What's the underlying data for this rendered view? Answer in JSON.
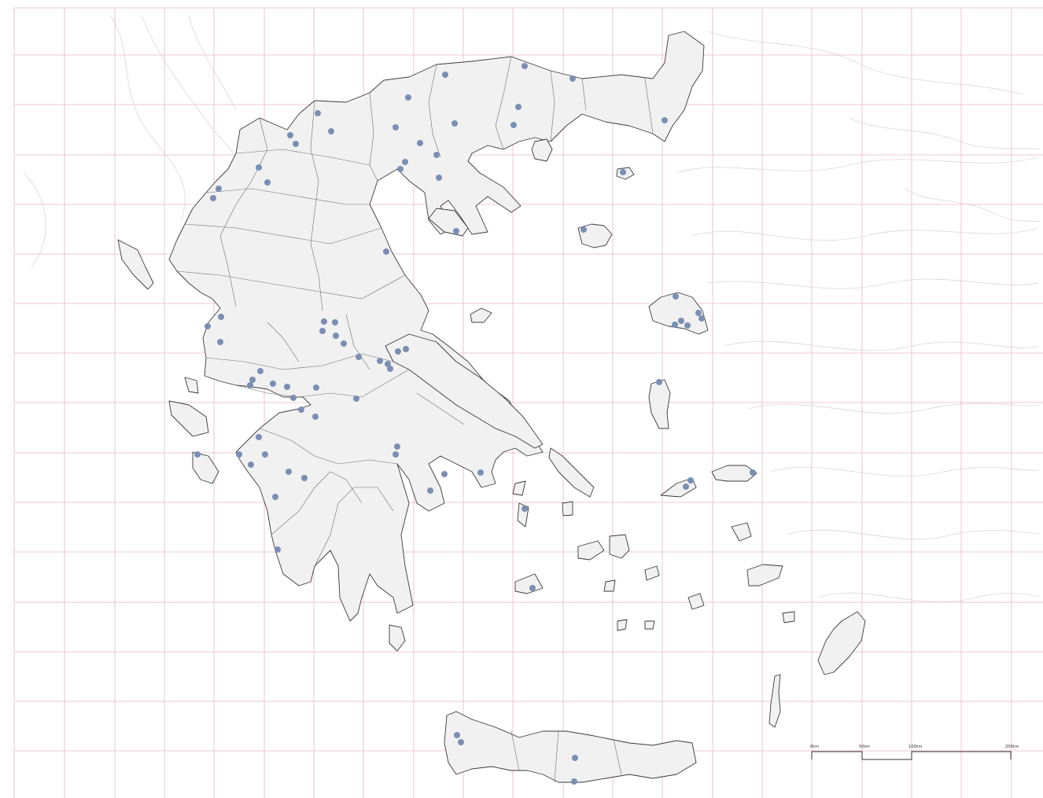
{
  "map": {
    "land_fill": "#f1f1f1",
    "border_color": "#3a3a3a",
    "grid_color": "#e8b8c0",
    "site_color": "#7b8fb4",
    "terrain_color": "#dcdcdc"
  },
  "scale_bar": {
    "labels": [
      "0km",
      "50km",
      "100km",
      "200km"
    ]
  }
}
